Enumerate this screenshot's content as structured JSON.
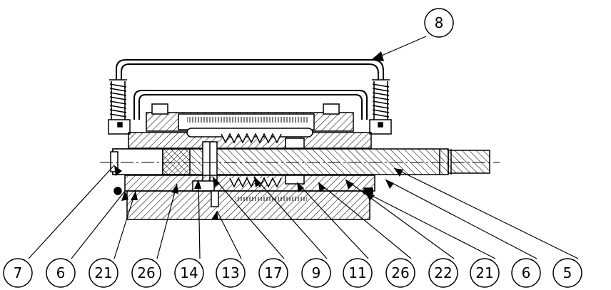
{
  "diagram": {
    "callouts": [
      {
        "id": "c8",
        "label": "8"
      },
      {
        "id": "c7",
        "label": "7"
      },
      {
        "id": "c6a",
        "label": "6"
      },
      {
        "id": "c21a",
        "label": "21"
      },
      {
        "id": "c26a",
        "label": "26"
      },
      {
        "id": "c14",
        "label": "14"
      },
      {
        "id": "c13",
        "label": "13"
      },
      {
        "id": "c17",
        "label": "17"
      },
      {
        "id": "c9",
        "label": "9"
      },
      {
        "id": "c11",
        "label": "11"
      },
      {
        "id": "c26b",
        "label": "26"
      },
      {
        "id": "c22",
        "label": "22"
      },
      {
        "id": "c21b",
        "label": "21"
      },
      {
        "id": "c6b",
        "label": "6"
      },
      {
        "id": "c5",
        "label": "5"
      }
    ],
    "colors": {
      "line": "#000000",
      "background": "#ffffff"
    }
  }
}
